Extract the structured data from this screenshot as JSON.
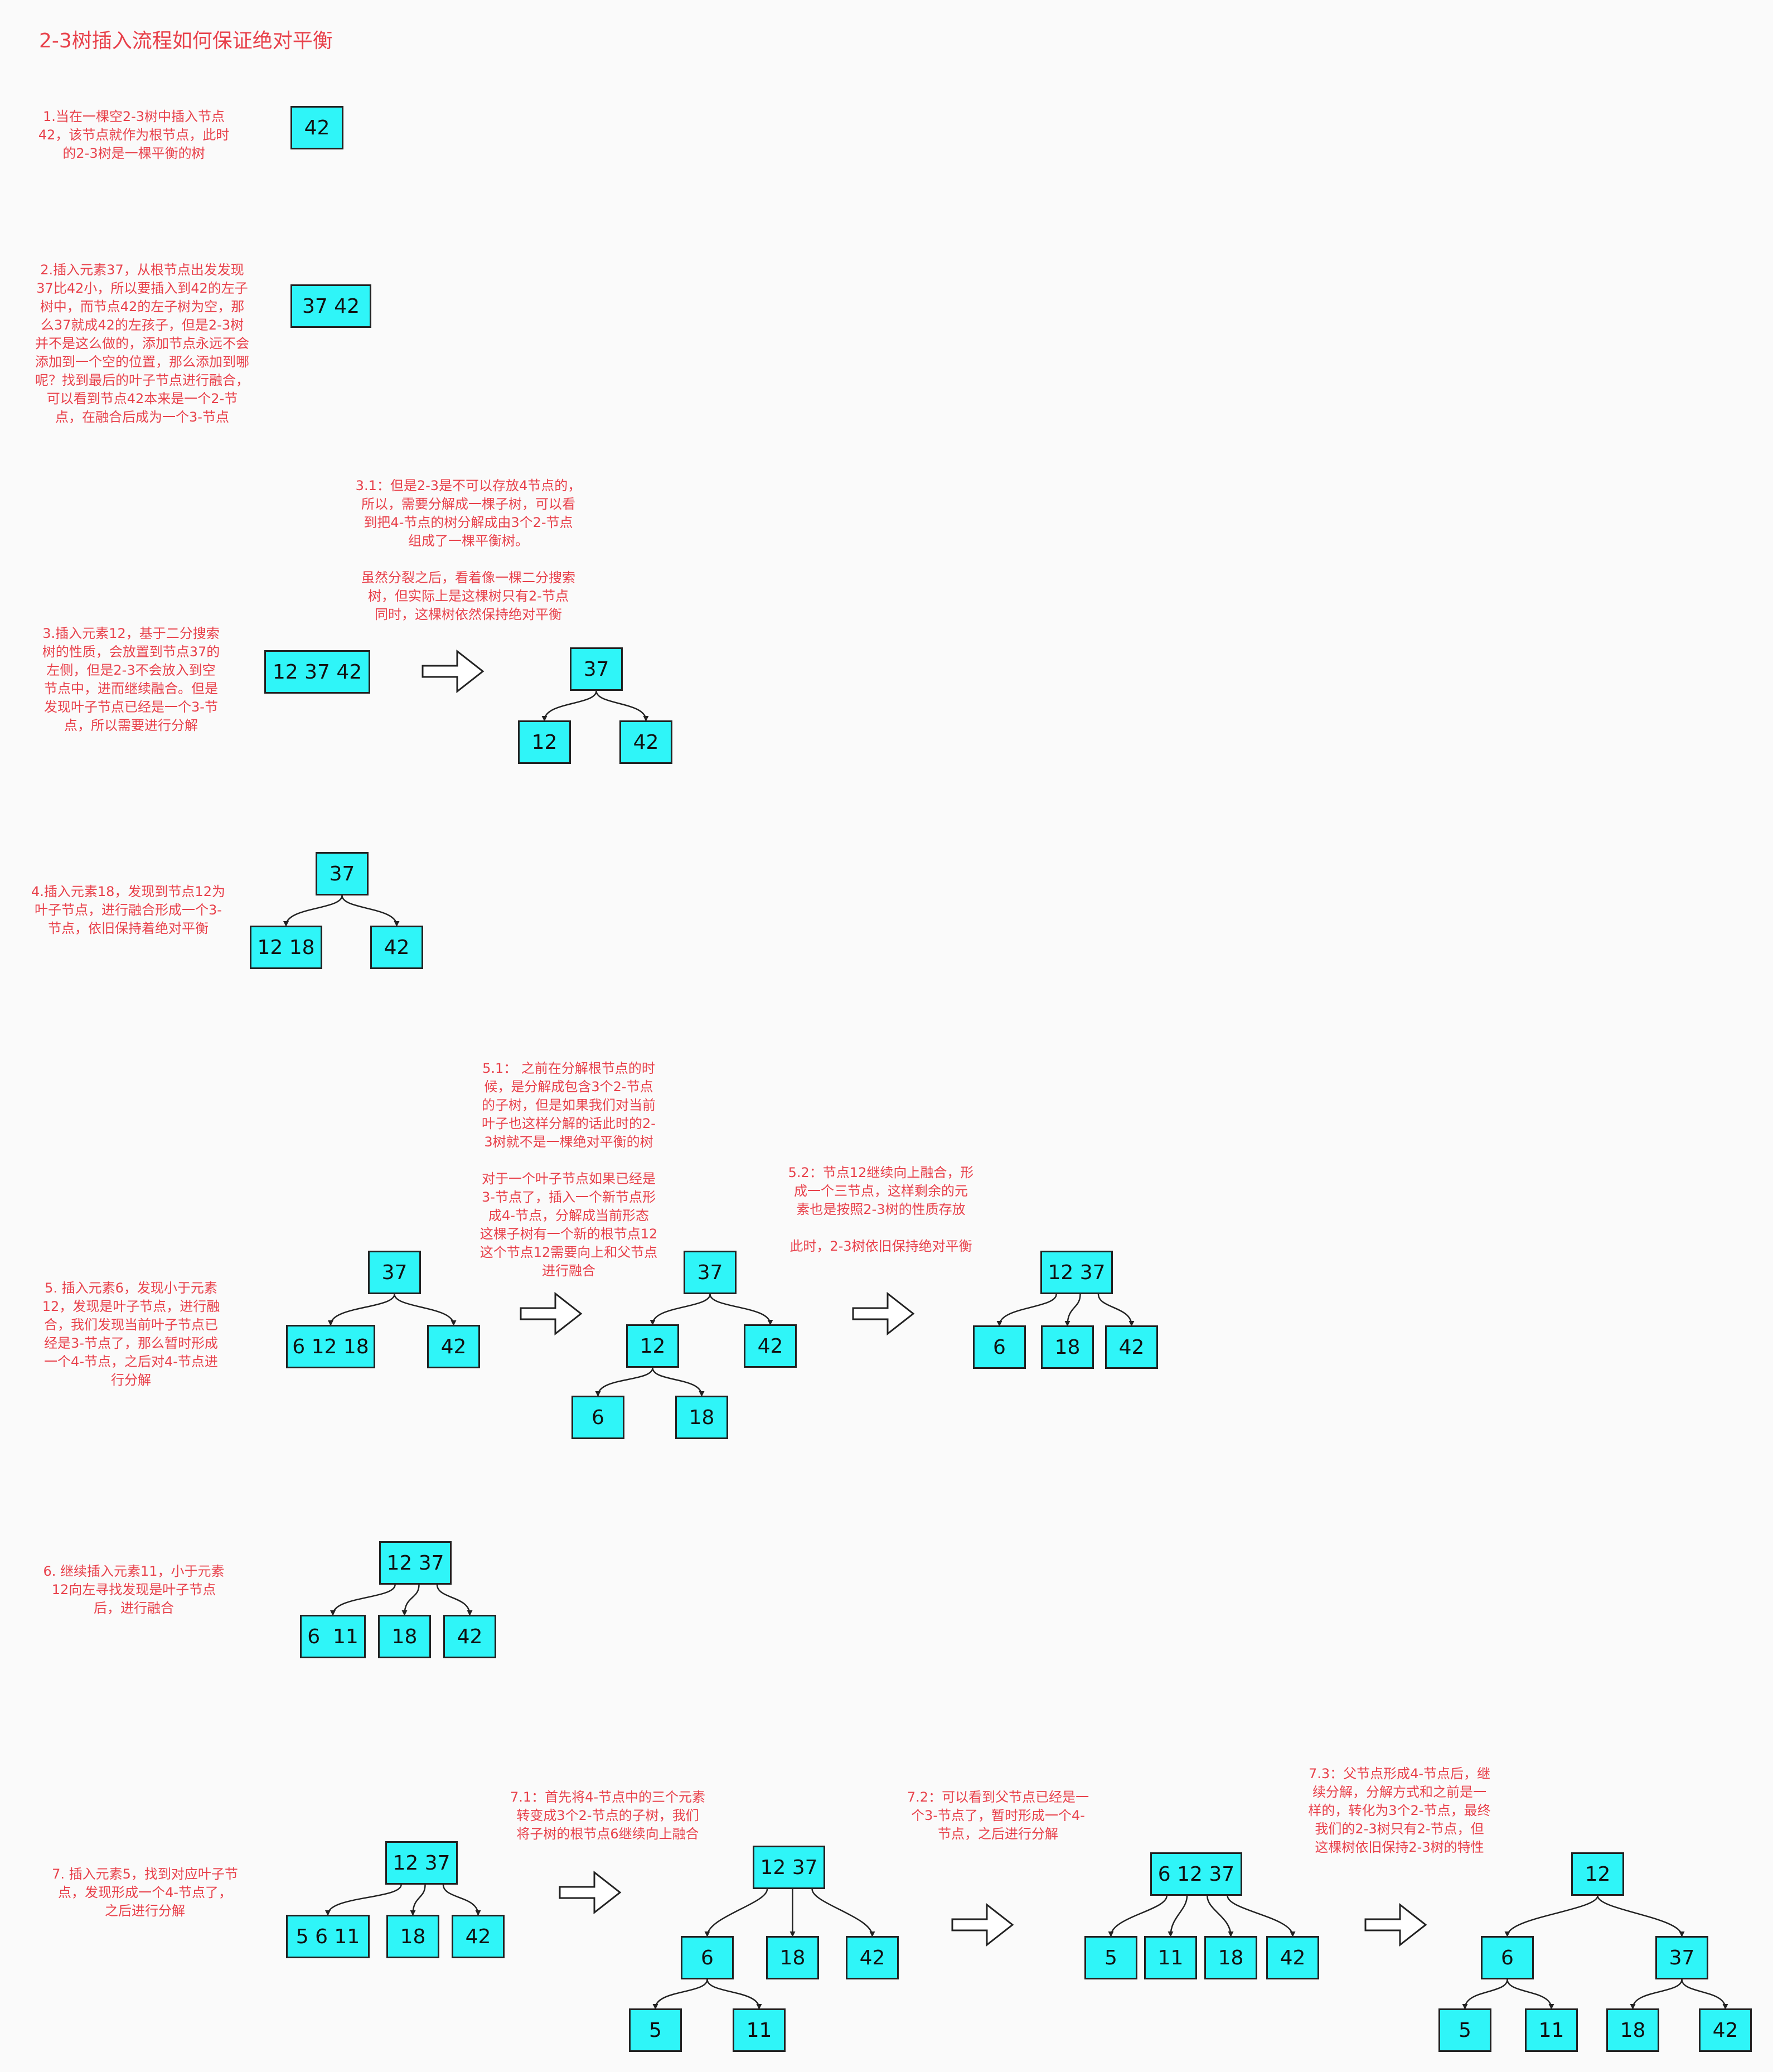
{
  "title": "2-3树插入流程如何保证绝对平衡",
  "notes": {
    "s1": "1.当在一棵空2-3树中插入节点\n42，该节点就作为根节点，此时\n的2-3树是一棵平衡的树",
    "s2": "2.插入元素37，从根节点出发发现\n37比42小，所以要插入到42的左子\n树中，而节点42的左子树为空，那\n么37就成42的左孩子，但是2-3树\n并不是这么做的，添加节点永远不会\n添加到一个空的位置，那么添加到哪\n呢？找到最后的叶子节点进行融合，\n可以看到节点42本来是一个2-节\n点，在融合后成为一个3-节点",
    "s3_1": "3.1：但是2-3是不可以存放4节点的，\n所以，需要分解成一棵子树，可以看\n到把4-节点的树分解成由3个2-节点\n组成了一棵平衡树。\n\n虽然分裂之后，看着像一棵二分搜索\n树，但实际上是这棵树只有2-节点\n同时，这棵树依然保持绝对平衡",
    "s3": "3.插入元素12，基于二分搜索\n树的性质，会放置到节点37的\n左侧，但是2-3不会放入到空\n节点中，进而继续融合。但是\n发现叶子节点已经是一个3-节\n点，所以需要进行分解",
    "s4": "4.插入元素18，发现到节点12为\n叶子节点，进行融合形成一个3-\n节点，依旧保持着绝对平衡",
    "s5_1": "5.1：  之前在分解根节点的时\n候，是分解成包含3个2-节点\n的子树，但是如果我们对当前\n叶子也这样分解的话此时的2-\n3树就不是一棵绝对平衡的树\n\n对于一个叶子节点如果已经是\n3-节点了，插入一个新节点形\n成4-节点，分解成当前形态\n这棵子树有一个新的根节点12\n这个节点12需要向上和父节点\n进行融合",
    "s5_2": "5.2：节点12继续向上融合，形\n成一个三节点，这样剩余的元\n素也是按照2-3树的性质存放\n\n此时，2-3树依旧保持绝对平衡",
    "s5": "5. 插入元素6，发现小于元素\n12，发现是叶子节点，进行融\n合，我们发现当前叶子节点已\n经是3-节点了，那么暂时形成\n一个4-节点，之后对4-节点进\n行分解",
    "s6": "6. 继续插入元素11，小于元素\n12向左寻找发现是叶子节点\n后，进行融合",
    "s7_1": "7.1：首先将4-节点中的三个元素\n转变成3个2-节点的子树，我们\n将子树的根节点6继续向上融合",
    "s7_2": "7.2：可以看到父节点已经是一\n个3-节点了，暂时形成一个4-\n节点，之后进行分解",
    "s7_3": "7.3：父节点形成4-节点后，继\n续分解，分解方式和之前是一\n样的，转化为3个2-节点，最终\n我们的2-3树只有2-节点，但\n这棵树依旧保持2-3树的特性",
    "s7": "7. 插入元素5，找到对应叶子节\n点，发现形成一个4-节点了，\n之后进行分解"
  },
  "nodes": {
    "a1": "42",
    "b1": "37 42",
    "c1": "12 37 42",
    "c2": "37",
    "c3": "12",
    "c4": "42",
    "d1": "37",
    "d2": "12 18",
    "d3": "42",
    "e1": "37",
    "e2": "6 12 18",
    "e3": "42",
    "f1": "37",
    "f2": "12",
    "f3": "42",
    "f4": "6",
    "f5": "18",
    "g1": "12 37",
    "g2": "6",
    "g3": "18",
    "g4": "42",
    "h1": "12 37",
    "h2": "6  11",
    "h3": "18",
    "h4": "42",
    "i1": "12 37",
    "i2": "5 6 11",
    "i3": "18",
    "i4": "42",
    "j1": "12 37",
    "j2": "6",
    "j3": "18",
    "j4": "42",
    "j5": "5",
    "j6": "11",
    "k1": "6 12 37",
    "k2": "5",
    "k3": "11",
    "k4": "18",
    "k5": "42",
    "l1": "12",
    "l2": "6",
    "l3": "37",
    "l4": "5",
    "l5": "11",
    "l6": "18",
    "l7": "42"
  }
}
